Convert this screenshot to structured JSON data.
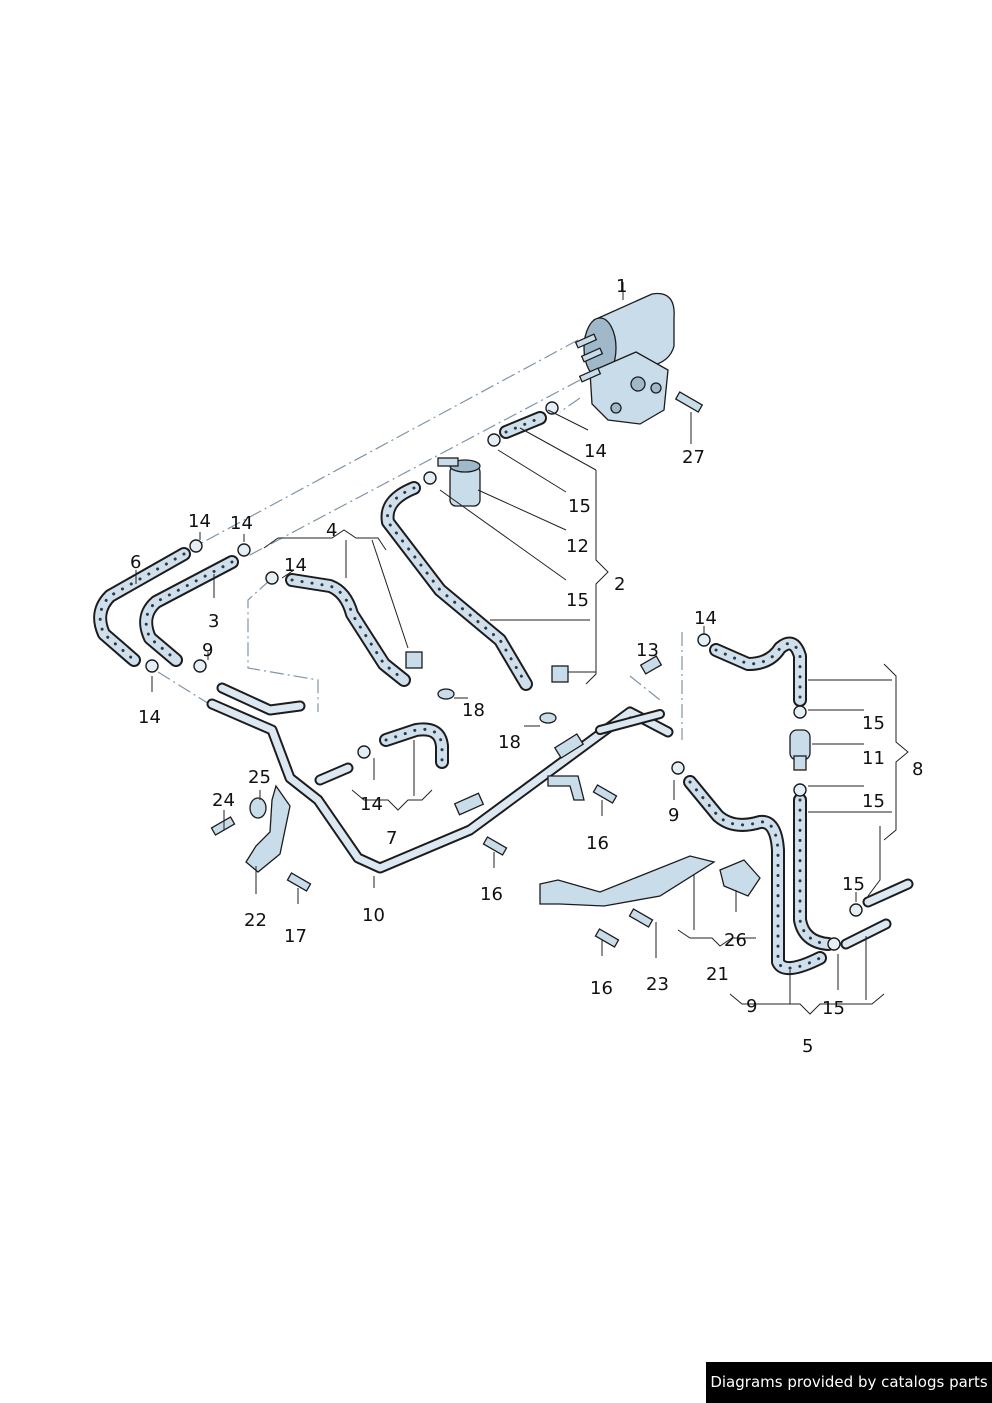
{
  "callouts": {
    "c1": "1",
    "c2": "2",
    "c3": "3",
    "c4": "4",
    "c5": "5",
    "c6": "6",
    "c7": "7",
    "c8": "8",
    "c9a": "9",
    "c9b": "9",
    "c9c": "9",
    "c10": "10",
    "c11": "11",
    "c12": "12",
    "c13": "13",
    "c14a": "14",
    "c14b": "14",
    "c14c": "14",
    "c14d": "14",
    "c14e": "14",
    "c14f": "14",
    "c14g": "14",
    "c15a": "15",
    "c15b": "15",
    "c15c": "15",
    "c15d": "15",
    "c15e": "15",
    "c15f": "15",
    "c16a": "16",
    "c16b": "16",
    "c16c": "16",
    "c17": "17",
    "c18a": "18",
    "c18b": "18",
    "c21": "21",
    "c22": "22",
    "c23": "23",
    "c24": "24",
    "c25": "25",
    "c26": "26",
    "c27": "27"
  },
  "footer": {
    "text": "Diagrams provided by catalogs parts"
  }
}
